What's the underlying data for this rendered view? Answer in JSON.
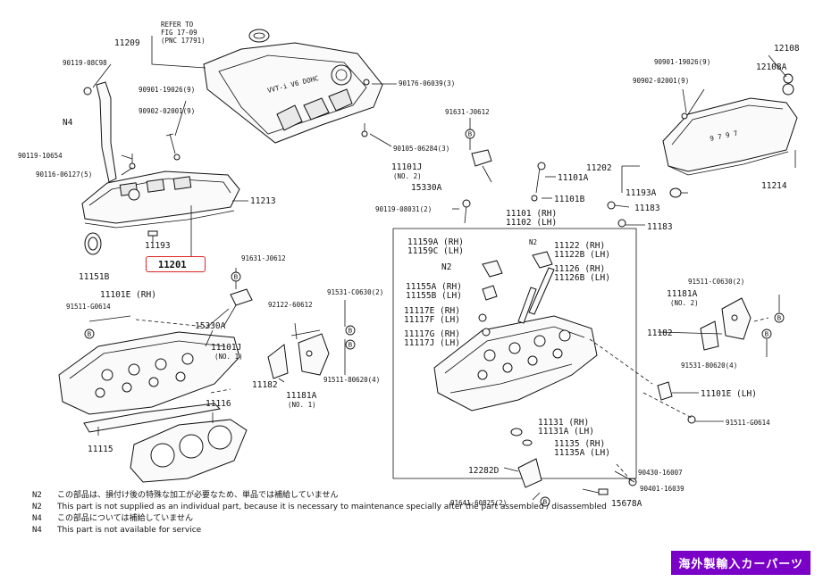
{
  "labels": {
    "refer_lines": [
      "REFER TO",
      "FIG 17-09",
      "(PNC 17791)"
    ],
    "p11209": "11209",
    "p90119_08c98": "90119-08C98",
    "n4_left": "N4",
    "p90901_19026_l": "90901-19026(9)",
    "p90902_02001_l": "90902-02001(9)",
    "p90119_10654": "90119-10654",
    "p90116_06127": "90116-06127(5)",
    "p11213": "11213",
    "p11193": "11193",
    "p11201": "11201",
    "p11151b": "11151B",
    "p90176_06039": "90176-06039(3)",
    "p90105_06284": "90105-06284(3)",
    "p91631_j0612_top": "91631-J0612",
    "p11101j_no2": "11101J",
    "no2_a": "(NO. 2)",
    "p15330a_top": "15330A",
    "p11101a": "11101A",
    "p11101b": "11101B",
    "p90119_08031": "90119-08031(2)",
    "p11101_rh": "11101 (RH)",
    "p11102_lh": "11102 (LH)",
    "p90901_19026_r": "90901-19026(9)",
    "p90902_02001_r": "90902-02001(9)",
    "p12108": "12108",
    "p12108a": "12108A",
    "p11202": "11202",
    "p11214": "11214",
    "p11193a": "11193A",
    "p11183_a": "11183",
    "p11183_b": "11183",
    "p11159a_rh": "11159A (RH)",
    "p11159c_lh": "11159C (LH)",
    "n2_mid": "N2",
    "n2_small": "N2",
    "p11155a_rh": "11155A (RH)",
    "p11155b_lh": "11155B (LH)",
    "p11117e_rh": "11117E (RH)",
    "p11117f_lh": "11117F (LH)",
    "p11117g_rh": "11117G (RH)",
    "p11117j_lh": "11117J (LH)",
    "p11122_rh": "11122 (RH)",
    "p11122b_lh": "11122B (LH)",
    "p11126_rh": "11126 (RH)",
    "p11126b_lh": "11126B (LH)",
    "p91631_j0612_mid": "91631-J0612",
    "p11101e_rh": "11101E (RH)",
    "p91511_g0614_l": "91511-G0614",
    "p15330a_mid": "15330A",
    "p11101j_no1": "11101J",
    "no1_a": "(NO. 1)",
    "p92122_60612": "92122-60612",
    "p91531_c0630_mid": "91531-C0630(2)",
    "p11182_l": "11182",
    "p11181a_l": "11181A",
    "no1_b": "(NO. 1)",
    "p91511_80620_l": "91511-80620(4)",
    "p11116": "11116",
    "p11115": "11115",
    "p91511_c0630_r": "91511-C0630(2)",
    "p11181a_r": "11181A",
    "no2_b": "(NO. 2)",
    "p11182_r": "11182",
    "p91531_80620_r": "91531-80620(4)",
    "p11101e_lh": "11101E (LH)",
    "p91511_g0614_r": "91511-G0614",
    "p11131_rh": "11131 (RH)",
    "p11131a_lh": "11131A (LH)",
    "p11135_rh": "11135 (RH)",
    "p11135a_lh": "11135A (LH)",
    "p12282d": "12282D",
    "p91641_60825": "91641-60825(2)",
    "p90430_16007": "90430-16007",
    "p90401_16039": "90401-16039",
    "p15678a": "15678A",
    "cover_text": "VVT-i V6 DOHC",
    "circle_b": "B"
  },
  "notes": [
    {
      "code": "N2",
      "text": "この部品は、損付け後の特殊な加工が必要なため、単品では補給していません"
    },
    {
      "code": "N2",
      "text": "This part is not supplied as an individual part, because it is necessary to maintenance specially after the part assembled / disassembled"
    },
    {
      "code": "N4",
      "text": "この部品については補給していません"
    },
    {
      "code": "N4",
      "text": "This part is not available for service"
    }
  ],
  "badge": "海外製輸入カーパーツ",
  "colors": {
    "highlight": "#dd2222",
    "badge": "#7a00c8",
    "ink": "#111111"
  }
}
